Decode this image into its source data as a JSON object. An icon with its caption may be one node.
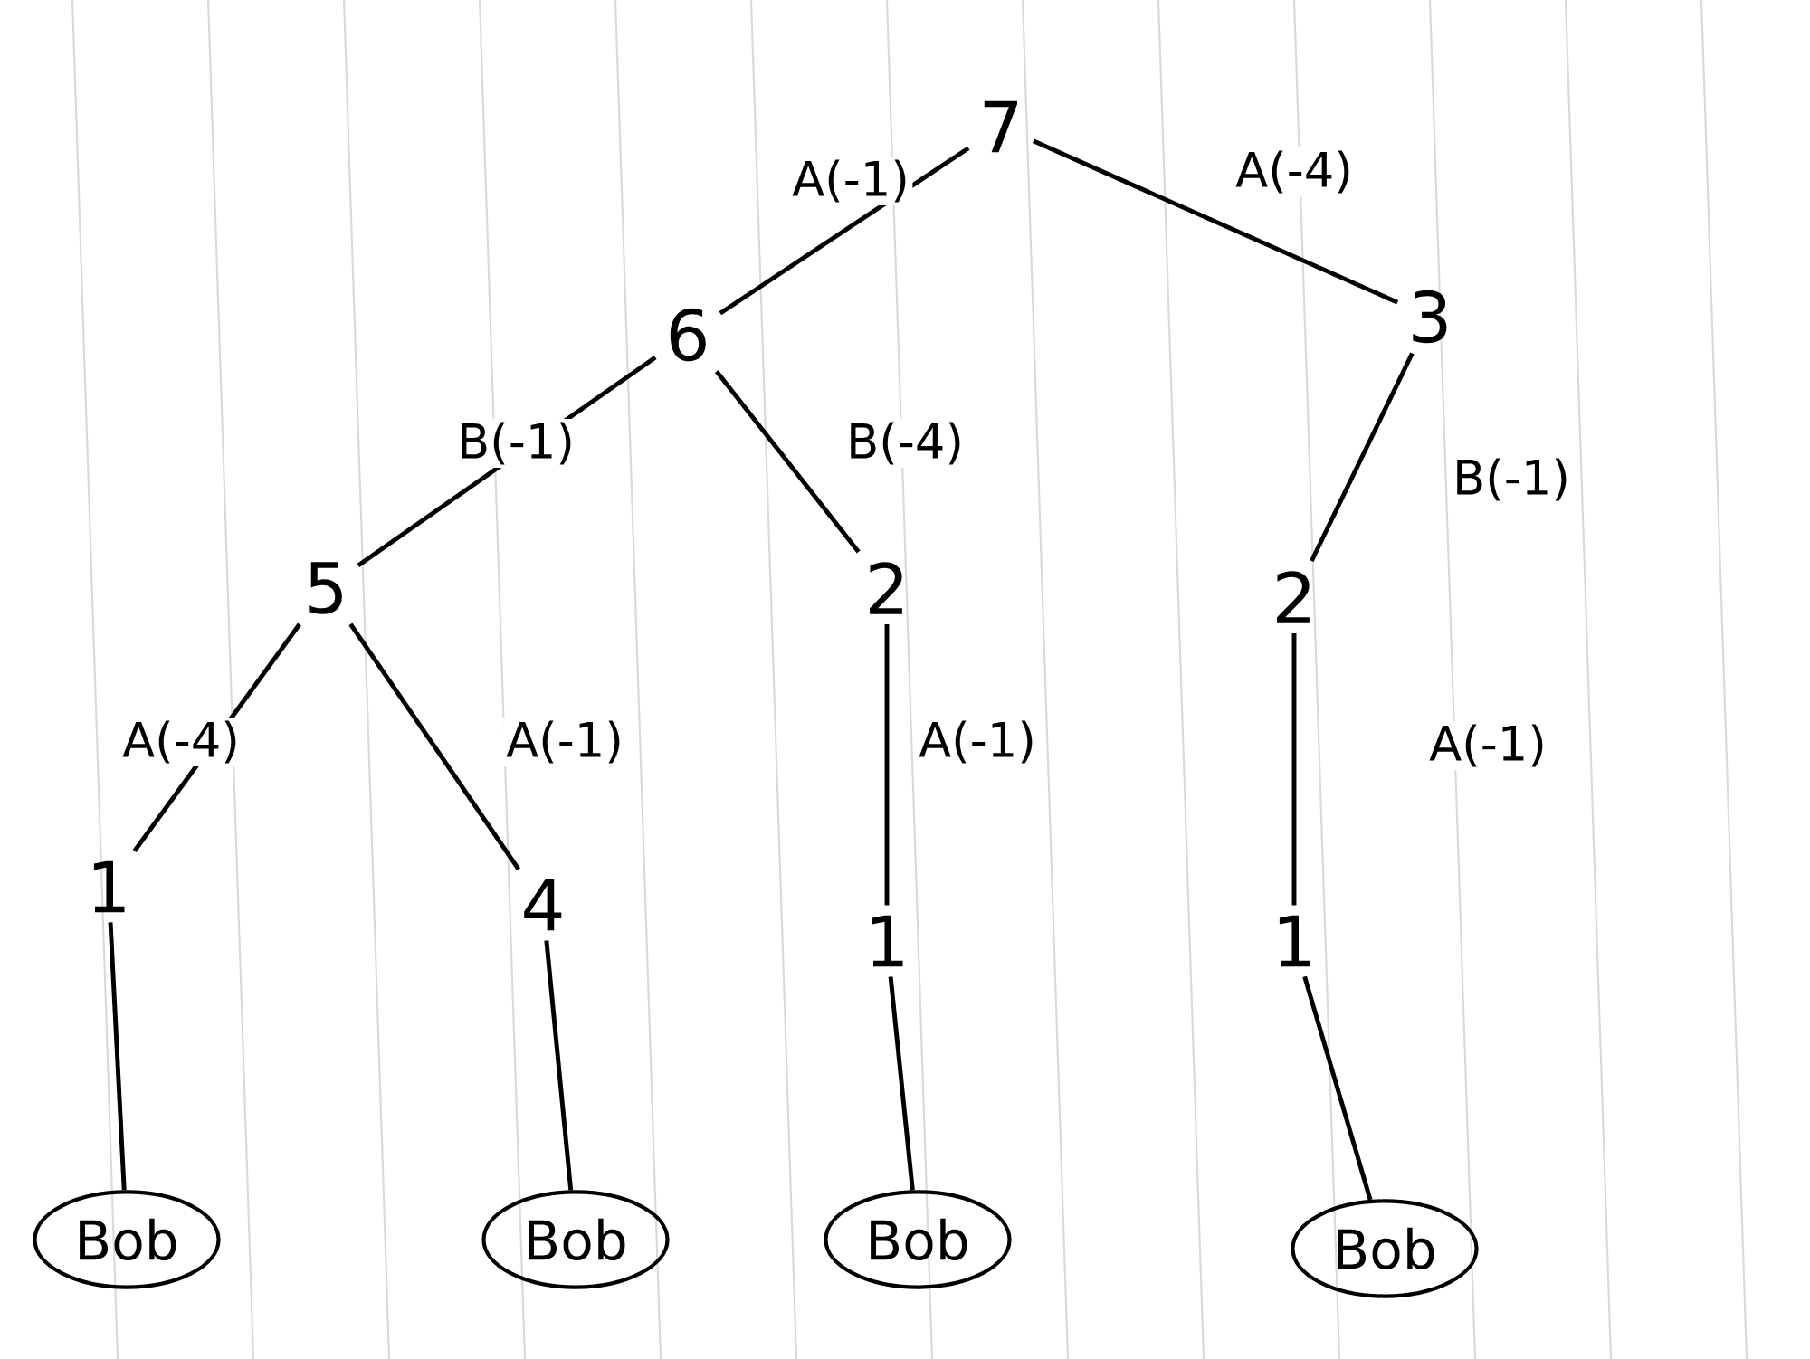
{
  "diagram": {
    "nodes": [
      {
        "text": [
          "7"
        ]
      },
      {
        "text": [
          "6"
        ]
      },
      {
        "text": [
          "3"
        ]
      },
      {
        "text": [
          "5"
        ]
      },
      {
        "text": [
          "2"
        ]
      },
      {
        "text": [
          "2"
        ]
      },
      {
        "text": [
          "1"
        ]
      },
      {
        "text": [
          "4"
        ]
      },
      {
        "text": [
          "1"
        ]
      },
      {
        "text": [
          "1"
        ]
      },
      {
        "text": [
          "Bob"
        ]
      },
      {
        "text": [
          "Bob"
        ]
      },
      {
        "text": [
          "Bob"
        ]
      },
      {
        "text": [
          "Bob"
        ]
      }
    ],
    "edges": [
      {
        "from": 0,
        "to": 1,
        "arrow": "none",
        "label": "A(-1)"
      },
      {
        "from": 0,
        "to": 2,
        "arrow": "none",
        "label": "A(-4)"
      },
      {
        "from": 1,
        "to": 3,
        "arrow": "none",
        "label": "B(-1)"
      },
      {
        "from": 1,
        "to": 4,
        "arrow": "none",
        "label": "B(-4)"
      },
      {
        "from": 2,
        "to": 5,
        "arrow": "none",
        "label": "B(-1)"
      },
      {
        "from": 3,
        "to": 6,
        "arrow": "none",
        "label": "A(-4)"
      },
      {
        "from": 3,
        "to": 7,
        "arrow": "none",
        "label": "A(-1)"
      },
      {
        "from": 4,
        "to": 8,
        "arrow": "none",
        "label": "A(-1)"
      },
      {
        "from": 5,
        "to": 9,
        "arrow": "none",
        "label": "A(-1)"
      },
      {
        "from": 6,
        "to": 10,
        "arrow": "none"
      },
      {
        "from": 7,
        "to": 11,
        "arrow": "none"
      },
      {
        "from": 8,
        "to": 12,
        "arrow": "none"
      },
      {
        "from": 9,
        "to": 13,
        "arrow": "none"
      }
    ]
  }
}
